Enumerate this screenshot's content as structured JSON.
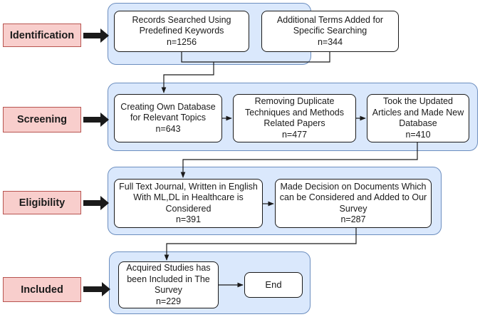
{
  "stages": [
    {
      "id": "identification",
      "label": "Identification"
    },
    {
      "id": "screening",
      "label": "Screening"
    },
    {
      "id": "eligibility",
      "label": "Eligibility"
    },
    {
      "id": "included",
      "label": "Included"
    }
  ],
  "boxes": {
    "records_searched": {
      "text": "Records Searched Using\nPredefined Keywords\nn=1256"
    },
    "additional_terms": {
      "text": "Additional Terms Added for\nSpecific Searching\nn=344"
    },
    "own_database": {
      "text": "Creating Own Database\nfor Relevant Topics\nn=643"
    },
    "remove_duplicates": {
      "text": "Removing Duplicate\nTechniques and Methods\nRelated Papers\nn=477"
    },
    "updated_articles": {
      "text": "Took the Updated\nArticles and Made New\nDatabase\nn=410"
    },
    "full_text": {
      "text": "Full Text Journal, Written in English\nWith ML,DL in Healthcare is\nConsidered\nn=391"
    },
    "decision": {
      "text": "Made Decision on Documents Which\ncan be Considered and Added to Our\nSurvey\nn=287"
    },
    "acquired": {
      "text": "Acquired Studies has\nbeen Included in The\nSurvey\nn=229"
    },
    "end": {
      "text": "End"
    }
  },
  "colors": {
    "stage_fill": "#f8cecc",
    "stage_border": "#b85450",
    "panel_fill": "#dae8fc",
    "panel_border": "#6c8ebf",
    "arrow": "#1a1a1a"
  }
}
